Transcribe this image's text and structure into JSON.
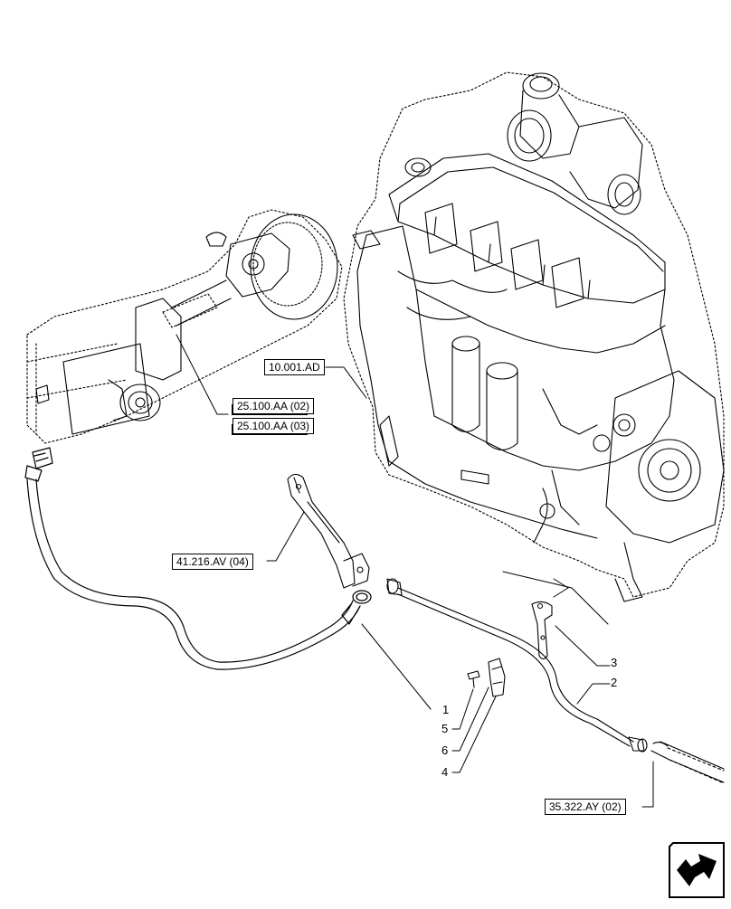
{
  "references": {
    "engine": "10.001.AD",
    "axle_1": "25.100.AA (02)",
    "axle_2": "25.100.AA (03)",
    "bracket": "41.216.AV (04)",
    "line_end": "35.322.AY (02)"
  },
  "items": [
    "1",
    "2",
    "3",
    "4",
    "5",
    "6"
  ],
  "nav": {
    "icon": "next-page-arrow-icon"
  },
  "colors": {
    "line": "#000000",
    "background": "#ffffff"
  }
}
